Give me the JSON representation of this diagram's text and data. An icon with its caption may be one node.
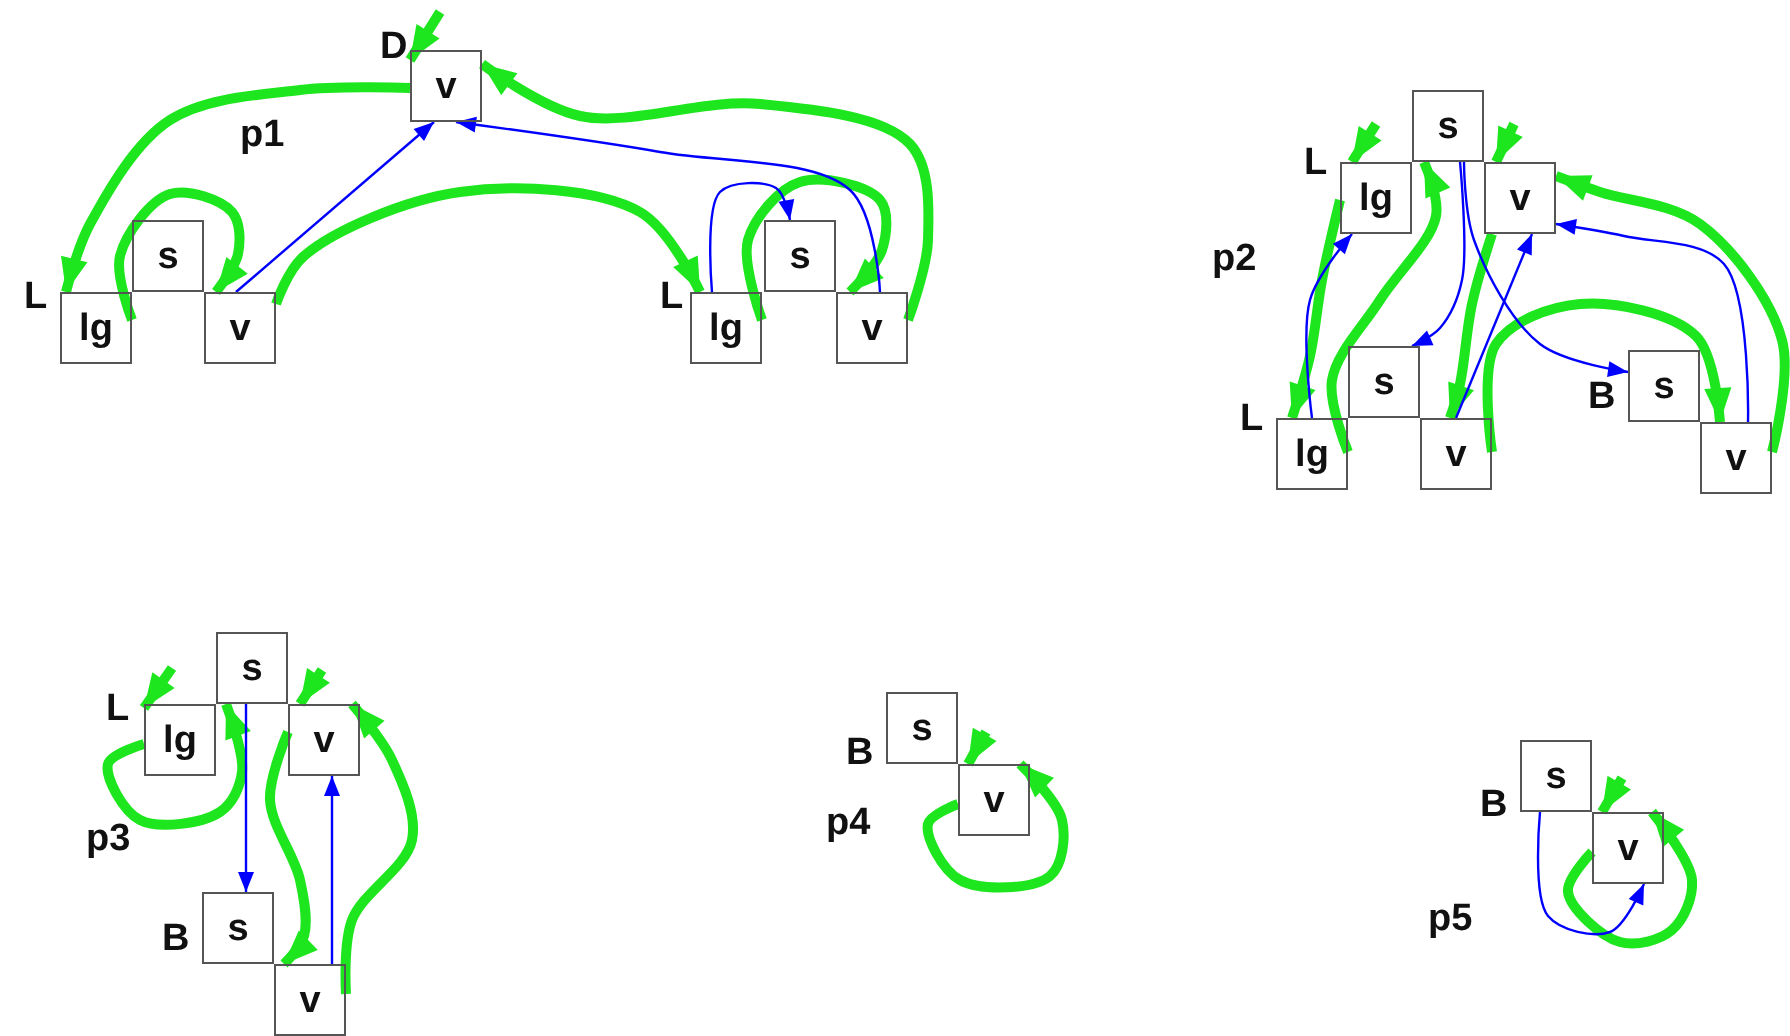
{
  "diagram": {
    "nodes": [
      {
        "text": [
          "v"
        ],
        "beside": [
          "D"
        ]
      },
      {
        "text": [
          "s"
        ]
      },
      {
        "text": [
          "lg"
        ],
        "beside": [
          "L"
        ]
      },
      {
        "text": [
          "v"
        ]
      },
      {
        "text": [
          "s"
        ]
      },
      {
        "text": [
          "lg"
        ],
        "beside": [
          "L"
        ]
      },
      {
        "text": [
          "v"
        ]
      },
      {
        "text": [
          "s"
        ]
      },
      {
        "text": [
          "lg"
        ],
        "beside": [
          "L"
        ]
      },
      {
        "text": [
          "v"
        ]
      },
      {
        "text": [
          "s"
        ]
      },
      {
        "text": [
          "lg"
        ],
        "beside": [
          "L"
        ]
      },
      {
        "text": [
          "v"
        ]
      },
      {
        "text": [
          "s"
        ],
        "beside": [
          "B"
        ]
      },
      {
        "text": [
          "v"
        ]
      },
      {
        "text": [
          "s"
        ]
      },
      {
        "text": [
          "lg"
        ],
        "beside": [
          "L"
        ]
      },
      {
        "text": [
          "v"
        ]
      },
      {
        "text": [
          "s"
        ],
        "beside": [
          "B"
        ]
      },
      {
        "text": [
          "v"
        ]
      },
      {
        "text": [
          "s"
        ],
        "beside": [
          "B"
        ]
      },
      {
        "text": [
          "v"
        ]
      },
      {
        "text": [
          "s"
        ],
        "beside": [
          "B"
        ]
      },
      {
        "text": [
          "v"
        ]
      }
    ],
    "edges": [
      {
        "from": null,
        "to": 0,
        "arrow": "to"
      },
      {
        "from": 0,
        "to": 2,
        "arrow": "to"
      },
      {
        "from": 2,
        "to": 3,
        "arrow": "to"
      },
      {
        "from": 3,
        "to": 5,
        "arrow": "to"
      },
      {
        "from": 5,
        "to": 6,
        "arrow": "to"
      },
      {
        "from": 6,
        "to": 0,
        "arrow": "to"
      },
      {
        "from": 3,
        "to": 0,
        "arrow": "to",
        "color": "#0000ff"
      },
      {
        "from": 6,
        "to": 0,
        "arrow": "to",
        "color": "#0000ff"
      },
      {
        "from": 5,
        "to": 4,
        "arrow": "to",
        "color": "#0000ff"
      },
      {
        "from": null,
        "to": 8,
        "arrow": "to"
      },
      {
        "from": 8,
        "to": 11,
        "arrow": "to"
      },
      {
        "from": 11,
        "to": 7,
        "arrow": "to"
      },
      {
        "from": null,
        "to": 9,
        "arrow": "to"
      },
      {
        "from": 9,
        "to": 12,
        "arrow": "to"
      },
      {
        "from": 12,
        "to": 14,
        "arrow": "to"
      },
      {
        "from": 14,
        "to": 9,
        "arrow": "to"
      },
      {
        "from": 11,
        "to": 8,
        "arrow": "to",
        "color": "#0000ff"
      },
      {
        "from": 7,
        "to": 10,
        "arrow": "to",
        "color": "#0000ff"
      },
      {
        "from": 7,
        "to": 13,
        "arrow": "to",
        "color": "#0000ff"
      },
      {
        "from": 12,
        "to": 9,
        "arrow": "to",
        "color": "#0000ff"
      },
      {
        "from": 14,
        "to": 9,
        "arrow": "to",
        "color": "#0000ff"
      },
      {
        "from": null,
        "to": 16,
        "arrow": "to"
      },
      {
        "from": 16,
        "to": 15,
        "arrow": "to"
      },
      {
        "from": null,
        "to": 17,
        "arrow": "to"
      },
      {
        "from": 17,
        "to": 19,
        "arrow": "to"
      },
      {
        "from": 19,
        "to": 17,
        "arrow": "to"
      },
      {
        "from": 15,
        "to": 18,
        "arrow": "to",
        "color": "#0000ff"
      },
      {
        "from": 19,
        "to": 17,
        "arrow": "to",
        "color": "#0000ff"
      },
      {
        "from": null,
        "to": 21,
        "arrow": "to"
      },
      {
        "from": 21,
        "to": 21,
        "arrow": "to"
      },
      {
        "from": null,
        "to": 23,
        "arrow": "to"
      },
      {
        "from": 23,
        "to": 23,
        "arrow": "to"
      },
      {
        "from": 22,
        "to": 23,
        "arrow": "to",
        "color": "#0000ff"
      }
    ],
    "labels": [
      "p1",
      "p2",
      "p3",
      "p4",
      "p5"
    ]
  }
}
